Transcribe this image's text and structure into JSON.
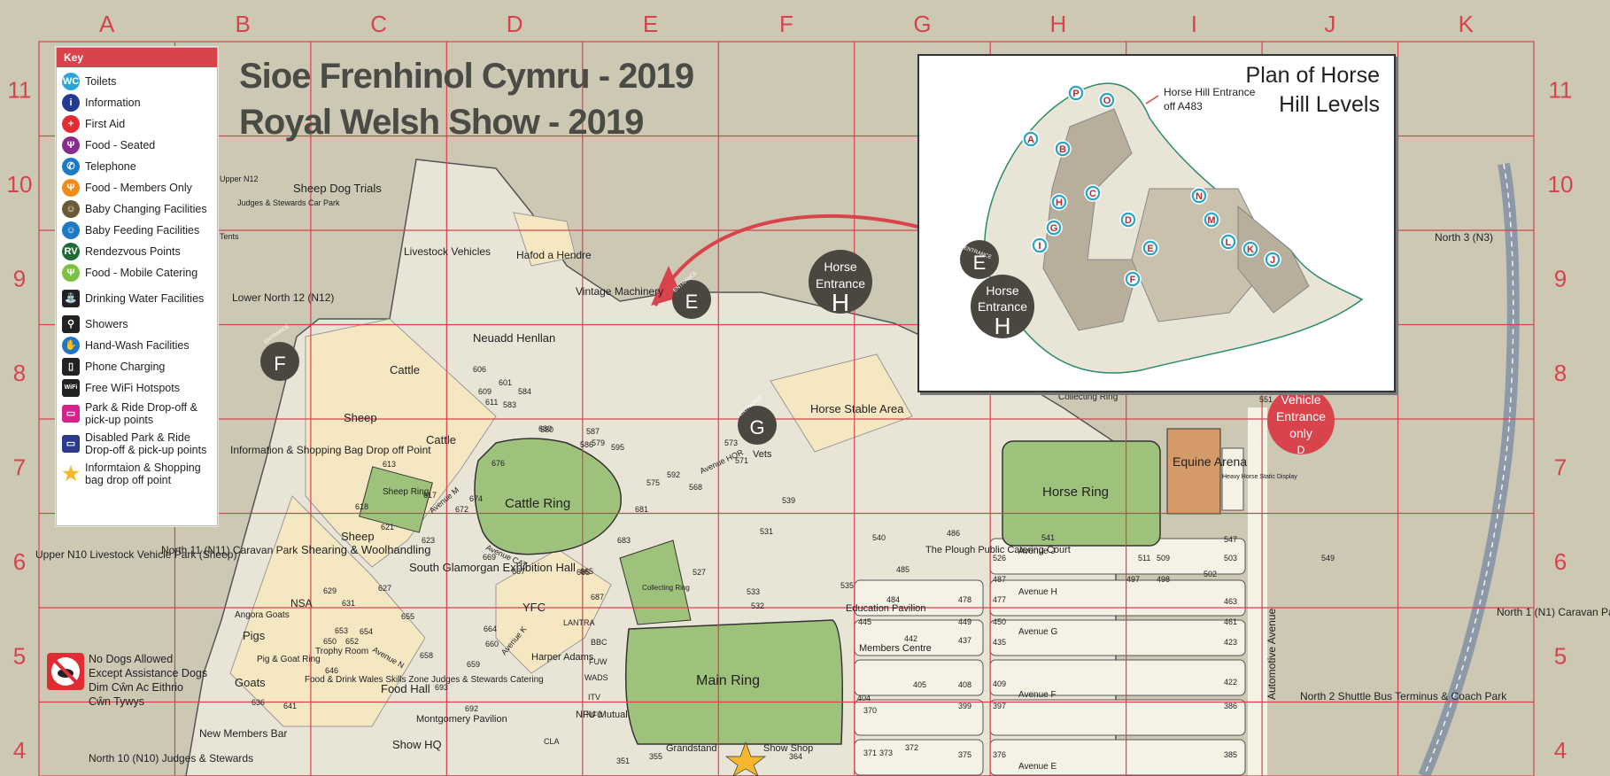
{
  "title": {
    "welsh": "Sioe Frenhinol Cymru - 2019",
    "english": "Royal Welsh Show - 2019"
  },
  "grid": {
    "columns": [
      "A",
      "B",
      "C",
      "D",
      "E",
      "F",
      "G",
      "H",
      "I",
      "J",
      "K"
    ],
    "rows": [
      "11",
      "10",
      "9",
      "8",
      "7",
      "6",
      "5",
      "4"
    ]
  },
  "key": {
    "heading": "Key",
    "items": [
      {
        "label": "Toilets",
        "icon": "toilets-icon",
        "color": "#2aa6d6",
        "glyph": "WC"
      },
      {
        "label": "Information",
        "icon": "information-icon",
        "color": "#223a8f",
        "glyph": "i"
      },
      {
        "label": "First Aid",
        "icon": "first-aid-icon",
        "color": "#e12c34",
        "glyph": "+"
      },
      {
        "label": "Food - Seated",
        "icon": "food-seated-icon",
        "color": "#8a2a8f",
        "glyph": "Ψ"
      },
      {
        "label": "Telephone",
        "icon": "telephone-icon",
        "color": "#1d79c4",
        "glyph": "✆"
      },
      {
        "label": "Food - Members Only",
        "icon": "food-members-icon",
        "color": "#f08c1c",
        "glyph": "Ψ"
      },
      {
        "label": "Baby Changing Facilities",
        "icon": "baby-changing-icon",
        "color": "#6b5a36",
        "glyph": "☺"
      },
      {
        "label": "Baby Feeding Facilities",
        "icon": "baby-feeding-icon",
        "color": "#1d79c4",
        "glyph": "☺"
      },
      {
        "label": "Rendezvous Points",
        "icon": "rendezvous-icon",
        "color": "#1f6b35",
        "glyph": "RV"
      },
      {
        "label": "Food - Mobile Catering",
        "icon": "food-mobile-icon",
        "color": "#7bc142",
        "glyph": "Ψ"
      },
      {
        "label": "Drinking Water Facilities",
        "icon": "drinking-water-icon",
        "color": "#222222",
        "glyph": "⛲"
      },
      {
        "label": "Showers",
        "icon": "showers-icon",
        "color": "#222222",
        "glyph": "⚲"
      },
      {
        "label": "Hand-Wash Facilities",
        "icon": "hand-wash-icon",
        "color": "#1d79c4",
        "glyph": "✋"
      },
      {
        "label": "Phone Charging",
        "icon": "phone-charging-icon",
        "color": "#222222",
        "glyph": "▯"
      },
      {
        "label": "Free WiFi Hotspots",
        "icon": "wifi-icon",
        "color": "#222222",
        "glyph": "WiFi"
      },
      {
        "label": "Park & Ride Drop-off & pick-up points",
        "icon": "park-ride-icon",
        "color": "#d6238c",
        "glyph": "▭"
      },
      {
        "label": "Disabled Park & Ride Drop-off & pick-up points",
        "icon": "disabled-park-ride-icon",
        "color": "#2b3a8f",
        "glyph": "▭"
      },
      {
        "label": "Informtaion & Shopping bag drop off point",
        "icon": "star-icon",
        "color": "#f5b72b",
        "glyph": "★"
      }
    ]
  },
  "no_dogs": {
    "line1": "No Dogs Allowed",
    "line2": "Except Assistance Dogs",
    "line3": "Dim Cŵn Ac Eithrio",
    "line4": "Cŵn Tywys"
  },
  "inset": {
    "title_line1": "Plan of Horse",
    "title_line2": "Hill Levels",
    "entrance_note_line1": "Horse Hill Entrance",
    "entrance_note_line2": "off A483",
    "levels": [
      "P",
      "O",
      "A",
      "B",
      "C",
      "H",
      "G",
      "D",
      "I",
      "E",
      "F",
      "N",
      "M",
      "L",
      "K",
      "J"
    ],
    "entrance_word": "ENTRANCE",
    "entrance_letter": "E",
    "horse_entrance_line1": "Horse",
    "horse_entrance_line2": "Entrance",
    "horse_entrance_letter": "H"
  },
  "entrances": {
    "f": {
      "word": "ENTRANCE",
      "letter": "F"
    },
    "e": {
      "word": "ENTRANCE",
      "letter": "E"
    },
    "g": {
      "word": "ENTRANCE",
      "letter": "G"
    },
    "h": {
      "line1": "Horse",
      "line2": "Entrance",
      "letter": "H"
    },
    "vehicle": {
      "line1": "Vehicle",
      "line2": "Entrance",
      "line3": "only",
      "letter": "D"
    }
  },
  "labels": {
    "sheep_dog_trials": "Sheep Dog Trials",
    "upper_n12": "Upper N12",
    "judges_stewards_car_park": "Judges & Stewards Car Park",
    "tents": "Tents",
    "livestock_vehicles": "Livestock Vehicles",
    "hafod_a_hendre": "Hafod a Hendre",
    "vintage_machinery": "Vintage Machinery",
    "lower_n12": "Lower North 12 (N12)",
    "cattle1": "Cattle",
    "cattle2": "Cattle",
    "sheep1": "Sheep",
    "sheep2": "Sheep",
    "sheep_ring": "Sheep Ring",
    "nsa": "NSA",
    "neuadd_henllan": "Neuadd Henllan",
    "info_shopping_bag": "Information & Shopping Bag Drop off Point",
    "upper_n10": "Upper N10 Livestock Vehicle Park (Sheep)",
    "n11": "North 11 (N11) Caravan Park",
    "shearing": "Shearing & Woolhandling",
    "south_glamorgan": "South Glamorgan Exhibition Hall",
    "cattle_ring": "Cattle Ring",
    "yfc": "YFC",
    "pigs": "Pigs",
    "goats": "Goats",
    "angora_goats": "Angora Goats",
    "pig_goat_ring": "Pig & Goat Ring",
    "trophy_room": "Trophy Room",
    "food_drink_wales": "Food & Drink Wales Skills Zone Judges & Stewards Catering",
    "food_hall": "Food Hall",
    "new_members_bar": "New Members Bar",
    "north10": "North 10 (N10) Judges & Stewards",
    "show_hq": "Show HQ",
    "harper_adams": "Harper Adams",
    "nfu_mutual": "NFU Mutual",
    "montgomery": "Montgomery Pavilion",
    "main_ring": "Main Ring",
    "collecting_ring": "Collecting Ring",
    "grandstand": "Grandstand",
    "show_shop": "Show Shop",
    "horse_stable_area": "Horse Stable Area",
    "vets": "Vets",
    "horse_ring": "Horse Ring",
    "equine_arena": "Equine Arena",
    "heavy_horse": "Heavy Horse Static Display",
    "collecting_ring2": "Collecting Ring",
    "public_catering": "The Plough Public Catering Court",
    "education_pavilion": "Education Pavilion",
    "members_centre": "Members Centre",
    "automotive_avenue": "Automotive Avenue",
    "north3": "North 3 (N3)",
    "north1": "North 1 (N1) Caravan Park",
    "north2": "North 2 Shuttle Bus Terminus & Coach Park",
    "avenue_j": "Avenue J",
    "avenue_h": "Avenue H",
    "avenue_g": "Avenue G",
    "avenue_f": "Avenue F",
    "avenue_e": "Avenue E",
    "avenue_m": "Avenue M",
    "avenue_k": "Avenue K",
    "avenue_n": "Avenue N",
    "avenue_cat": "Avenue CAT",
    "avenue_hor": "Avenue HOR",
    "lantra": "LANTRA",
    "bbc": "BBC",
    "fuw": "FUW",
    "wads": "WADS",
    "itv": "ITV",
    "nfu": "NFU",
    "cla": "CLA"
  },
  "stand_numbers": [
    "601",
    "584",
    "583",
    "580",
    "587",
    "579",
    "586",
    "606",
    "609",
    "611",
    "613",
    "617",
    "618",
    "621",
    "623",
    "672",
    "674",
    "676",
    "669",
    "667",
    "665",
    "680",
    "681",
    "683",
    "575",
    "592",
    "568",
    "573",
    "571",
    "595",
    "531",
    "539",
    "540",
    "541",
    "547",
    "549",
    "486",
    "485",
    "484",
    "478",
    "445",
    "449",
    "450",
    "461",
    "463",
    "477",
    "526",
    "487",
    "511",
    "509",
    "497",
    "498",
    "502",
    "503",
    "435",
    "442",
    "437",
    "423",
    "422",
    "409",
    "405",
    "408",
    "404",
    "397",
    "399",
    "386",
    "370",
    "371",
    "372",
    "373",
    "375",
    "376",
    "385",
    "355",
    "351",
    "364",
    "693",
    "692",
    "687",
    "685",
    "659",
    "660",
    "664",
    "655",
    "658",
    "650",
    "652",
    "653",
    "654",
    "646",
    "641",
    "636",
    "627",
    "629",
    "631",
    "527",
    "533",
    "532",
    "535",
    "551"
  ]
}
